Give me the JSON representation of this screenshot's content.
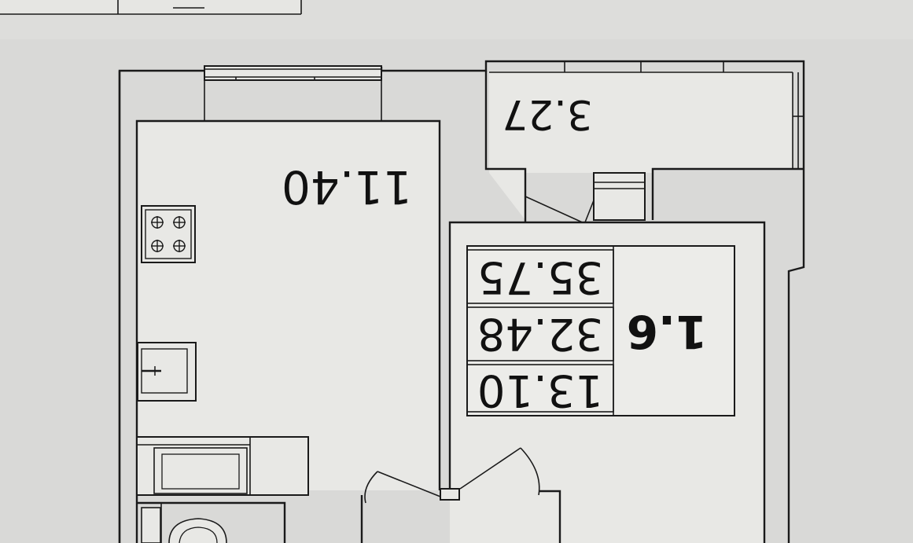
{
  "floor_plan": {
    "kitchen_area": "11.40",
    "loggia_area": "3.27",
    "apartment_code": "1.6",
    "areas_table": [
      "35.75",
      "32.48",
      "13.10"
    ]
  },
  "colors": {
    "paper": "#d9d9d7",
    "ink": "#1a1a1a",
    "room_fill": "#e8e8e5"
  },
  "icons": [
    "stove-icon",
    "sink-icon",
    "toilet-icon",
    "cabinet-icon"
  ]
}
